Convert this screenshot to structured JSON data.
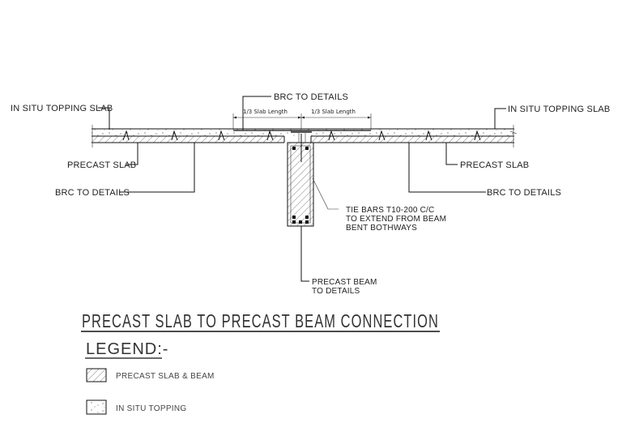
{
  "drawing": {
    "title": "PRECAST SLAB TO PRECAST BEAM CONNECTION",
    "labels": {
      "in_situ_left": "IN SITU TOPPING SLAB",
      "in_situ_right": "IN SITU TOPPING SLAB",
      "brc_top": "BRC TO DETAILS",
      "dim_left": "1/3 Slab Length",
      "dim_right": "1/3 Slab Length",
      "precast_slab_left": "PRECAST SLAB",
      "precast_slab_right": "PRECAST SLAB",
      "brc_left": "BRC TO DETAILS",
      "brc_right": "BRC TO DETAILS",
      "tie_bars_line1": "TIE BARS T10-200 C/C",
      "tie_bars_line2": "TO EXTEND FROM BEAM",
      "tie_bars_line3": "BENT BOTHWAYS",
      "precast_beam_line1": "PRECAST BEAM",
      "precast_beam_line2": "TO DETAILS"
    }
  },
  "legend": {
    "heading": "LEGEND:-",
    "items": [
      {
        "icon": "hatch-pattern-icon",
        "label": "PRECAST SLAB & BEAM"
      },
      {
        "icon": "dotted-pattern-icon",
        "label": "IN SITU TOPPING"
      }
    ]
  },
  "colors": {
    "background": "#ffffff",
    "line": "#111111",
    "text": "#222222"
  }
}
